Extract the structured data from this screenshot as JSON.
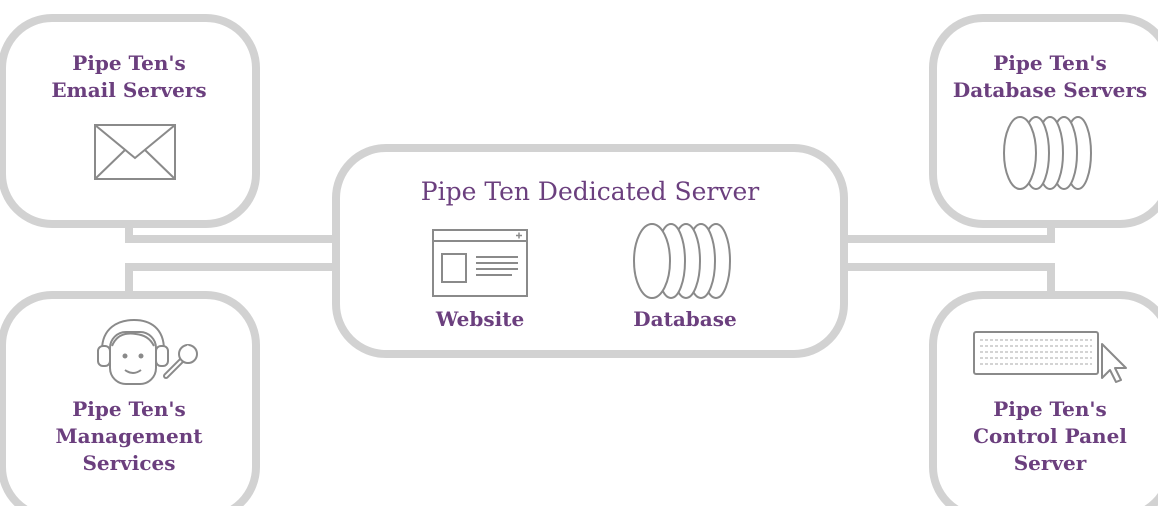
{
  "colors": {
    "box_border": "#d2d2d2",
    "text": "#6b3f7e",
    "icon_stroke": "#8a8a8a"
  },
  "nodes": {
    "email_servers": {
      "lines": [
        "Pipe Ten's",
        "Email Servers"
      ],
      "icon": "envelope-icon"
    },
    "management_services": {
      "lines": [
        "Pipe Ten's",
        "Management",
        "Services"
      ],
      "icon": "technician-wrench-icon"
    },
    "database_servers": {
      "lines": [
        "Pipe Ten's",
        "Database Servers"
      ],
      "icon": "database-stack-icon"
    },
    "control_panel_server": {
      "lines": [
        "Pipe Ten's",
        "Control Panel",
        "Server"
      ],
      "icon": "keyboard-cursor-icon"
    },
    "dedicated_server": {
      "title": "Pipe Ten Dedicated Server",
      "website_label": "Website",
      "database_label": "Database",
      "website_icon": "webpage-icon",
      "database_icon": "database-stack-icon"
    }
  }
}
